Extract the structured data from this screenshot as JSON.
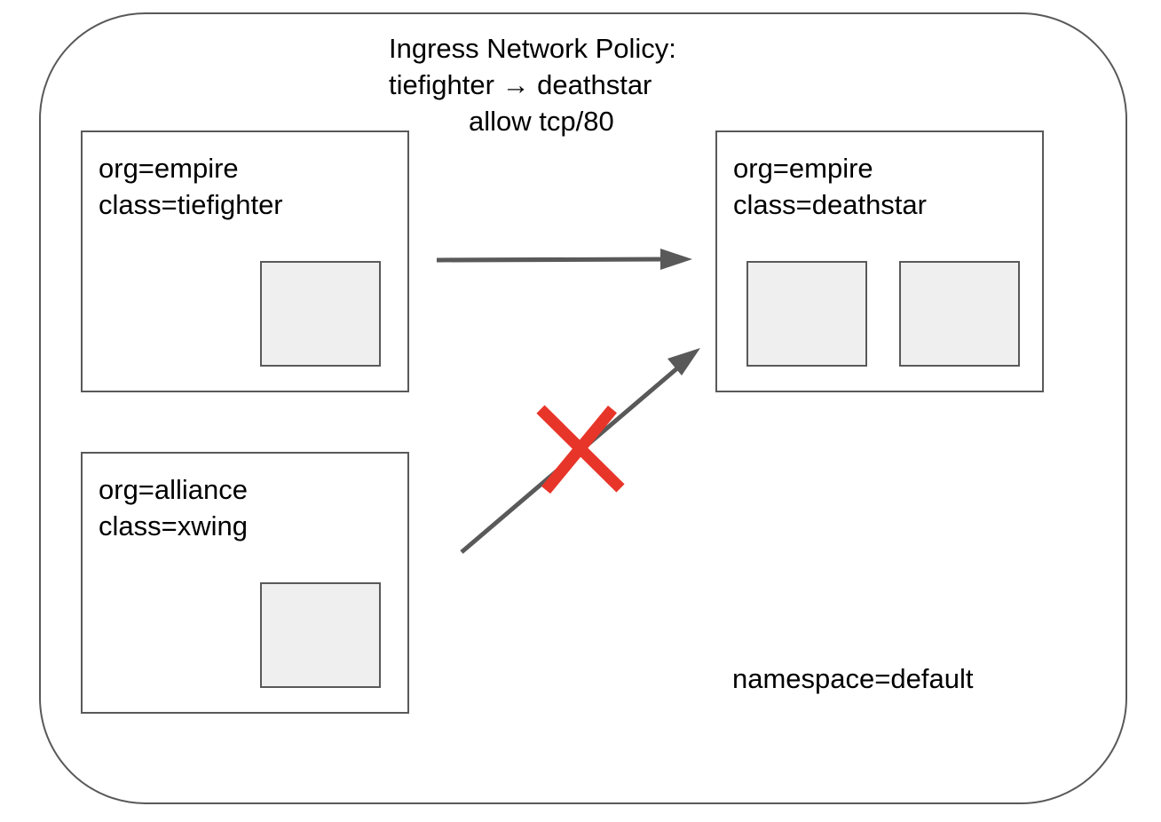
{
  "policy": {
    "line1": "Ingress Network Policy:",
    "line2": "tiefighter → deathstar",
    "line3": "allow tcp/80"
  },
  "groups": {
    "tiefighter": {
      "org": "org=empire",
      "class": "class=tiefighter"
    },
    "xwing": {
      "org": "org=alliance",
      "class": "class=xwing"
    },
    "deathstar": {
      "org": "org=empire",
      "class": "class=deathstar"
    }
  },
  "namespace_label": "namespace=default",
  "colors": {
    "border": "#595959",
    "pod_fill": "#efefef",
    "arrow": "#595959",
    "deny_mark": "#e8352a"
  }
}
